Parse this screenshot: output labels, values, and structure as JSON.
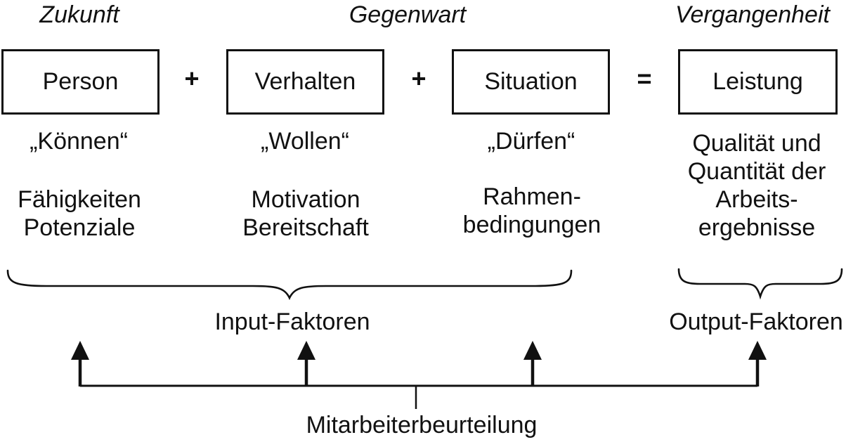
{
  "colors": {
    "ink": "#111111",
    "background": "#ffffff"
  },
  "timeline": [
    {
      "label": "Zukunft"
    },
    {
      "label": "Gegenwart"
    },
    {
      "label": "Vergangenheit"
    }
  ],
  "equation": {
    "boxes": [
      {
        "label": "Person"
      },
      {
        "label": "Verhalten"
      },
      {
        "label": "Situation"
      },
      {
        "label": "Leistung"
      }
    ],
    "operators": [
      {
        "symbol": "+"
      },
      {
        "symbol": "+"
      },
      {
        "symbol": "="
      }
    ]
  },
  "columns": [
    {
      "quote": "„Können“",
      "lines": [
        "Fähigkeiten",
        "Potenziale"
      ]
    },
    {
      "quote": "„Wollen“",
      "lines": [
        "Motivation",
        "Bereitschaft"
      ]
    },
    {
      "quote": "„Dürfen“",
      "lines": [
        "Rahmen-",
        "bedingungen"
      ]
    },
    {
      "lines": [
        "Qualität und",
        "Quantität der",
        "Arbeits-",
        "ergebnisse"
      ]
    }
  ],
  "groups": {
    "input_label": "Input-Faktoren",
    "output_label": "Output-Faktoren"
  },
  "footer": {
    "label": "Mitarbeiterbeurteilung"
  }
}
